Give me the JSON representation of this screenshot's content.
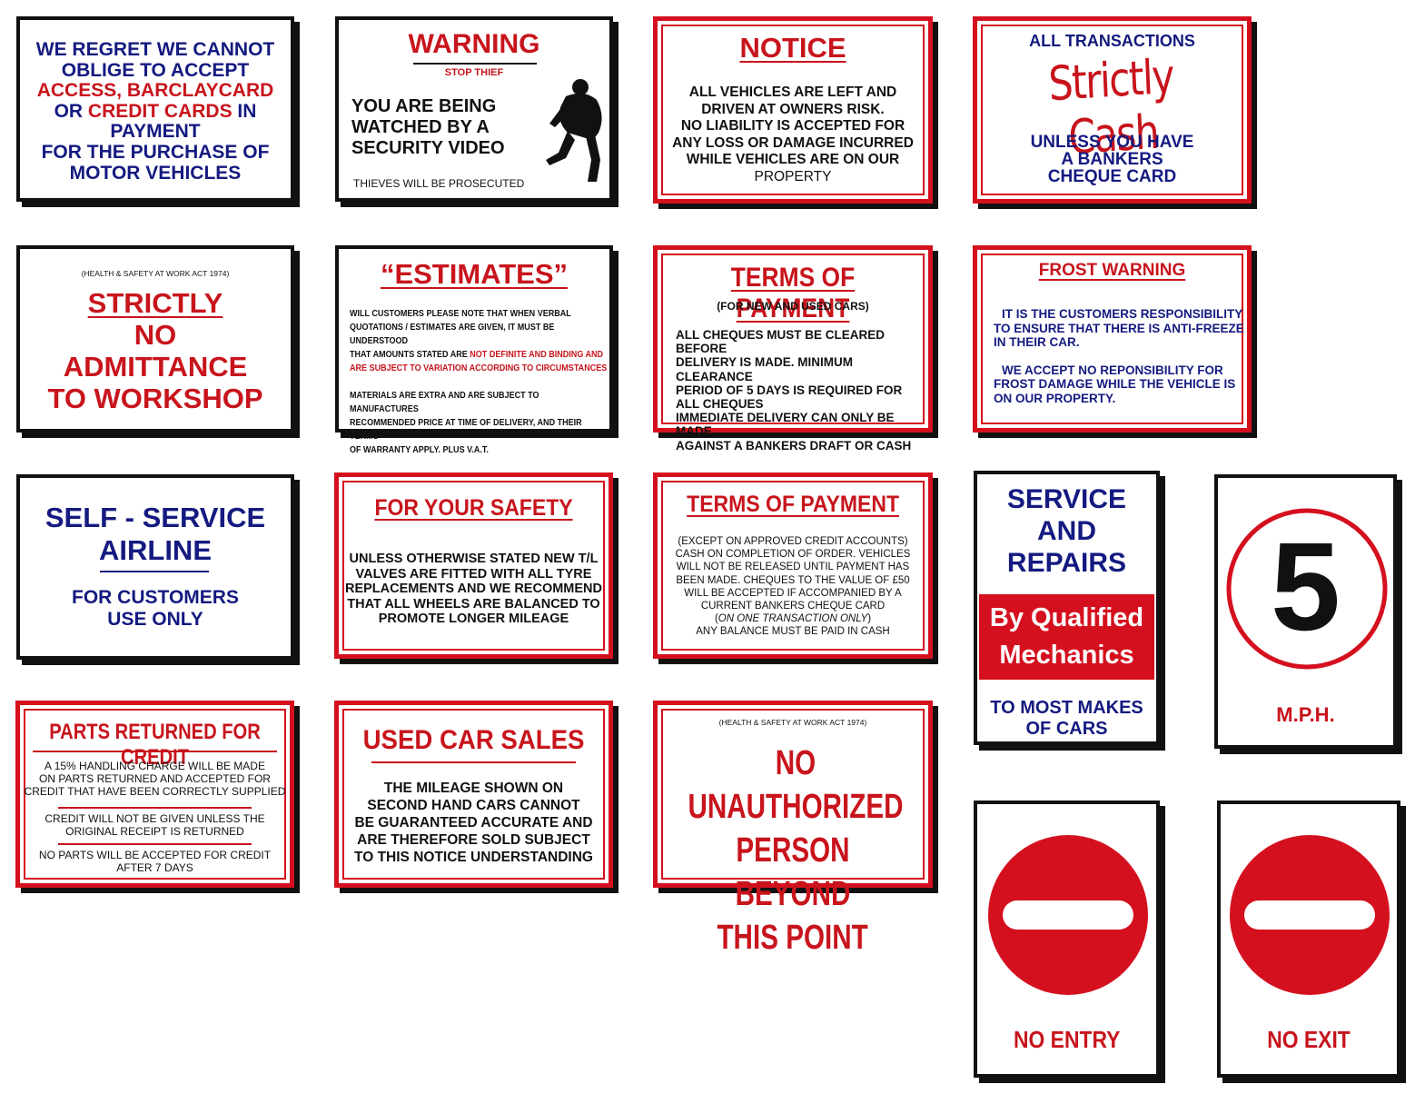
{
  "colors": {
    "red": "#d5101e",
    "navy": "#141a80",
    "black": "#111111"
  },
  "s1": {
    "lines": [
      "WE REGRET WE CANNOT",
      "OBLIGE TO ACCEPT"
    ],
    "red1": "ACCESS, BARCLAYCARD",
    "or": "OR ",
    "red2": "CREDIT CARDS",
    "in": " IN",
    "lines2": [
      "PAYMENT",
      "FOR THE PURCHASE OF",
      "MOTOR VEHICLES"
    ]
  },
  "s2": {
    "title": "WARNING",
    "sub": "STOP THIEF",
    "body": [
      "YOU ARE BEING",
      "WATCHED BY A",
      "SECURITY VIDEO"
    ],
    "foot": "THIEVES WILL BE PROSECUTED",
    "icon": "thief-silhouette-icon"
  },
  "s3": {
    "title": "NOTICE",
    "body": [
      "ALL VEHICLES ARE LEFT AND",
      "DRIVEN AT OWNERS RISK.",
      "NO LIABILITY IS ACCEPTED FOR",
      "ANY LOSS OR DAMAGE INCURRED",
      "WHILE VEHICLES ARE ON OUR",
      "PROPERTY"
    ]
  },
  "s4": {
    "top": "ALL TRANSACTIONS",
    "script": "Strictly Cash",
    "body": [
      "UNLESS YOU HAVE",
      "A BANKERS",
      "CHEQUE CARD"
    ]
  },
  "s5": {
    "small": "(HEALTH & SAFETY AT WORK ACT 1974)",
    "body": [
      "STRICTLY",
      "NO",
      "ADMITTANCE",
      "TO WORKSHOP"
    ]
  },
  "s6": {
    "title": "“ESTIMATES”",
    "p1a": [
      "WILL CUSTOMERS PLEASE NOTE THAT WHEN VERBAL",
      "QUOTATIONS / ESTIMATES ARE GIVEN, IT MUST BE UNDERSTOOD"
    ],
    "p1b": "THAT AMOUNTS STATED ARE ",
    "p1red1": "NOT DEFINITE AND BINDING AND",
    "p1red2": "ARE SUBJECT TO VARIATION ACCORDING TO CIRCUMSTANCES",
    "p2": [
      "MATERIALS ARE EXTRA AND ARE SUBJECT TO MANUFACTURES",
      "RECOMMENDED PRICE AT TIME OF DELIVERY, AND THEIR TERMS",
      "OF WARRANTY APPLY. PLUS V.A.T."
    ]
  },
  "s7": {
    "title": "TERMS OF PAYMENT",
    "sub": "(FOR NEW AND USED CARS)",
    "body": [
      "ALL CHEQUES MUST BE CLEARED BEFORE",
      "DELIVERY IS MADE. MINIMUM CLEARANCE",
      "PERIOD OF 5 DAYS IS REQUIRED FOR",
      "ALL CHEQUES",
      "IMMEDIATE DELIVERY CAN ONLY BE MADE",
      "AGAINST A BANKERS DRAFT OR CASH"
    ]
  },
  "s8": {
    "title": "FROST WARNING",
    "p1": [
      "IT IS THE CUSTOMERS RESPONSIBILITY",
      "TO ENSURE THAT THERE IS ANTI-FREEZE",
      "IN THEIR CAR."
    ],
    "p2": [
      "WE ACCEPT NO REPONSIBILITY FOR",
      "FROST DAMAGE WHILE THE VEHICLE IS",
      "ON OUR PROPERTY."
    ]
  },
  "s9": {
    "title": [
      "SELF - SERVICE",
      "AIRLINE"
    ],
    "body": [
      "FOR CUSTOMERS",
      "USE ONLY"
    ]
  },
  "s10": {
    "title": "FOR YOUR SAFETY",
    "body": [
      "UNLESS OTHERWISE STATED NEW T/L",
      "VALVES ARE FITTED WITH ALL TYRE",
      "REPLACEMENTS AND WE RECOMMEND",
      "THAT ALL WHEELS ARE BALANCED TO",
      "PROMOTE LONGER MILEAGE"
    ]
  },
  "s11": {
    "title": "TERMS OF PAYMENT",
    "body": [
      "(EXCEPT ON APPROVED CREDIT ACCOUNTS)",
      "CASH ON COMPLETION OF ORDER. VEHICLES",
      "WILL NOT BE RELEASED UNTIL PAYMENT HAS",
      "BEEN MADE. CHEQUES TO THE VALUE OF £50",
      "WILL BE ACCEPTED IF ACCOMPANIED BY A",
      "CURRENT BANKERS CHEQUE CARD"
    ],
    "paren_open": "(",
    "italic": "ON ONE TRANSACTION ONLY",
    "paren_close": ")",
    "last": "ANY BALANCE MUST BE PAID IN CASH"
  },
  "s12": {
    "title": [
      "SERVICE",
      "AND",
      "REPAIRS"
    ],
    "band": [
      "By Qualified",
      "Mechanics"
    ],
    "body": [
      "TO MOST MAKES",
      "OF CARS"
    ]
  },
  "s13": {
    "number": "5",
    "unit": "M.P.H."
  },
  "s14": {
    "title": "PARTS RETURNED FOR CREDIT",
    "p1": [
      "A 15% HANDLING CHARGE WILL BE MADE",
      "ON PARTS RETURNED AND ACCEPTED FOR",
      "CREDIT THAT HAVE BEEN CORRECTLY SUPPLIED"
    ],
    "p2": [
      "CREDIT WILL NOT BE GIVEN UNLESS THE",
      "ORIGINAL RECEIPT IS RETURNED"
    ],
    "p3": [
      "NO PARTS WILL BE ACCEPTED FOR CREDIT",
      "AFTER 7 DAYS"
    ]
  },
  "s15": {
    "title": "USED CAR SALES",
    "body": [
      "THE MILEAGE SHOWN ON",
      "SECOND HAND CARS CANNOT",
      "BE GUARANTEED ACCURATE AND",
      "ARE THEREFORE SOLD SUBJECT",
      "TO THIS NOTICE UNDERSTANDING"
    ]
  },
  "s16": {
    "small": "(HEALTH & SAFETY AT WORK ACT 1974)",
    "body": [
      "NO UNAUTHORIZED",
      "PERSON BEYOND",
      "THIS POINT"
    ]
  },
  "s17": {
    "label": "NO ENTRY",
    "icon": "no-entry-icon"
  },
  "s18": {
    "label": "NO EXIT",
    "icon": "no-entry-icon"
  }
}
